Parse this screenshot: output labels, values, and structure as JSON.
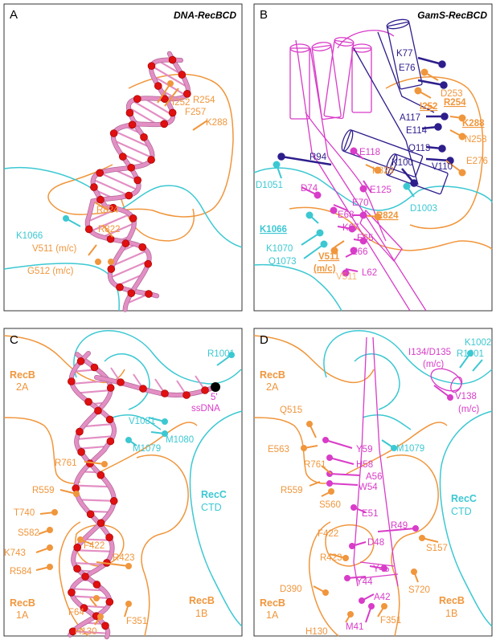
{
  "colors": {
    "orange": "#f0963c",
    "cyan": "#3cc8d2",
    "magenta": "#d83cc8",
    "navy": "#2d1e8c",
    "pink": "#e38fc4",
    "red": "#e01010",
    "frame": "#333333"
  },
  "panels": {
    "A": {
      "letter": "A",
      "title": "DNA-RecBCD",
      "labels": [
        "I252",
        "R254",
        "F257",
        "K288",
        "R824",
        "R822",
        "K1066",
        "V511 (m/c)",
        "G512 (m/c)"
      ]
    },
    "B": {
      "letter": "B",
      "title": "GamS-RecBCD",
      "labels": [
        "K77",
        "E76",
        "D253",
        "I252",
        "R254",
        "A117",
        "K288",
        "E114",
        "N258",
        "Q113",
        "E276",
        "V110",
        "K100",
        "R94",
        "E118",
        "K828",
        "D1051",
        "E125",
        "D1003",
        "D74",
        "E70",
        "E68",
        "R824",
        "K67",
        "E65",
        "K1066",
        "K1070",
        "Q1073",
        "V511",
        "(m/c)",
        "E66",
        "V511",
        "L62"
      ]
    },
    "C": {
      "letter": "C",
      "labels": [
        "R1001",
        "5'",
        "ssDNA",
        "V1081",
        "M1080",
        "M1079",
        "R761",
        "R559",
        "T740",
        "S582",
        "F422",
        "K743",
        "R423",
        "R584",
        "F64",
        "F351",
        "H130"
      ],
      "regions": {
        "recb2a": [
          "RecB",
          "2A"
        ],
        "recc": [
          "RecC",
          "CTD"
        ],
        "recb1a": [
          "RecB",
          "1A"
        ],
        "recb1b": [
          "RecB",
          "1B"
        ]
      }
    },
    "D": {
      "letter": "D",
      "labels": [
        "K1002",
        "I134/D135",
        "(m/c)",
        "R1001",
        "V138",
        "(m/c)",
        "Q515",
        "Y59",
        "M1079",
        "E563",
        "H58",
        "R761",
        "A56",
        "W54",
        "R559",
        "S560",
        "E51",
        "R49",
        "F422",
        "D48",
        "S157",
        "R423",
        "Y45",
        "Y44",
        "S720",
        "D390",
        "A42",
        "M41",
        "F351",
        "H130"
      ],
      "regions": {
        "recb2a": [
          "RecB",
          "2A"
        ],
        "recc": [
          "RecC",
          "CTD"
        ],
        "recb1a": [
          "RecB",
          "1A"
        ],
        "recb1b": [
          "RecB",
          "1B"
        ]
      }
    }
  }
}
